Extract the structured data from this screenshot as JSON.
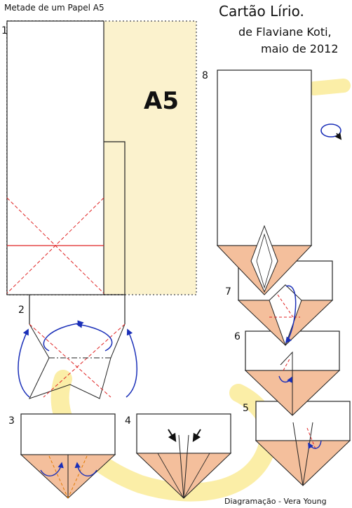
{
  "header": {
    "caption": "Metade de um Papel A5",
    "title": "Cartão Lírio.",
    "author": "de Flaviane Koti,",
    "date": "maio de 2012"
  },
  "paper_label": "A5",
  "steps": [
    "1",
    "2",
    "3",
    "4",
    "5",
    "6",
    "7",
    "8"
  ],
  "credit": "Diagramação - Vera Young",
  "colors": {
    "paper_cream": "#fbf2cd",
    "swirl_yellow": "#fbeea7",
    "fold_peach": "#f4bf9c",
    "valley_red": "#e02424",
    "arrow_blue": "#1a2fb8",
    "outline": "#222222"
  },
  "icons": [
    "rotate-over-icon",
    "push-arrow-icon",
    "fold-arrow-icon"
  ]
}
